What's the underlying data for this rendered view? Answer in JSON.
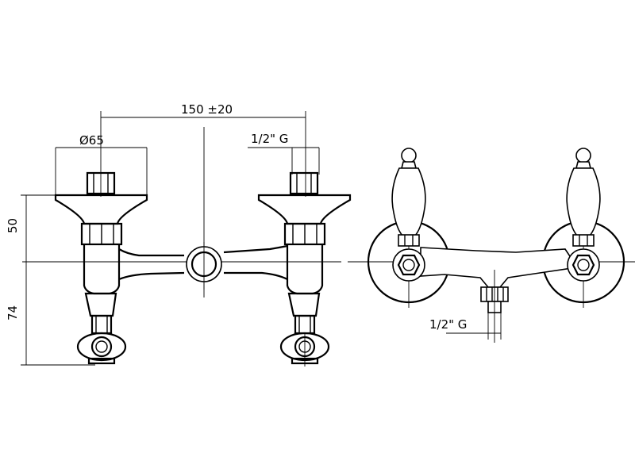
{
  "dimensions": {
    "width_label": "150 ±20",
    "diameter_label": "Ø65",
    "thread_label_front": "1/2\" G",
    "height_upper_label": "50",
    "height_lower_label": "74",
    "thread_label_side": "1/2\" G"
  }
}
